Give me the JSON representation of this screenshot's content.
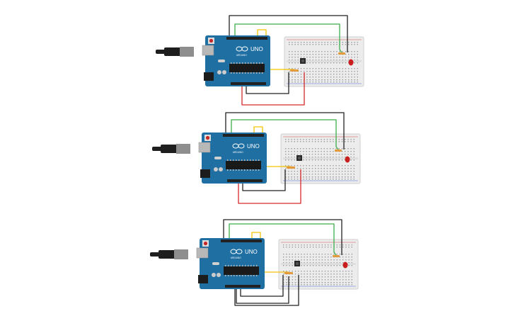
{
  "circuits": [
    {
      "id": "circuit-1",
      "board": {
        "model_label": "UNO",
        "brand_label": "ARDUINO",
        "color": "#1f6fa3"
      },
      "wire_colors": {
        "black": "#222222",
        "green": "#3fae49",
        "yellow": "#f3c300",
        "red": "#d62a2a"
      },
      "led_color": "#c81e1e",
      "resistor_color": "#e39a3b"
    },
    {
      "id": "circuit-2",
      "board": {
        "model_label": "UNO",
        "brand_label": "ARDUINO",
        "color": "#1f6fa3"
      },
      "wire_colors": {
        "black": "#222222",
        "green": "#3fae49",
        "yellow": "#f3c300",
        "red": "#d62a2a"
      },
      "led_color": "#c81e1e",
      "resistor_color": "#e39a3b"
    },
    {
      "id": "circuit-3",
      "board": {
        "model_label": "UNO",
        "brand_label": "ARDUINO",
        "color": "#1f6fa3"
      },
      "wire_colors": {
        "black": "#222222",
        "green": "#3fae49",
        "yellow": "#f3c300",
        "red": "#d62a2a"
      },
      "led_color": "#c81e1e",
      "resistor_color": "#e39a3b"
    }
  ],
  "palette": {
    "breadboard": "#ececec",
    "breadboard_rail_red": "#d84a4a",
    "breadboard_rail_blue": "#4a6fd8",
    "hole": "#9a9a9a",
    "usb_cable": "#1e1e1e",
    "usb_connector": "#8e8e8e"
  }
}
